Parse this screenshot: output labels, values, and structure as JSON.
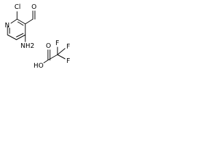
{
  "molecule": {
    "atoms": {
      "ring_nitrogen": "N",
      "chlorine": "Cl",
      "aldehyde_oxygen": "O",
      "amine": "NH2"
    }
  },
  "counterion": {
    "atoms": {
      "hydroxyl": "HO",
      "carbonyl_oxygen": "O",
      "fluorine_top_left": "F",
      "fluorine_top_right": "F",
      "fluorine_right": "F"
    }
  }
}
